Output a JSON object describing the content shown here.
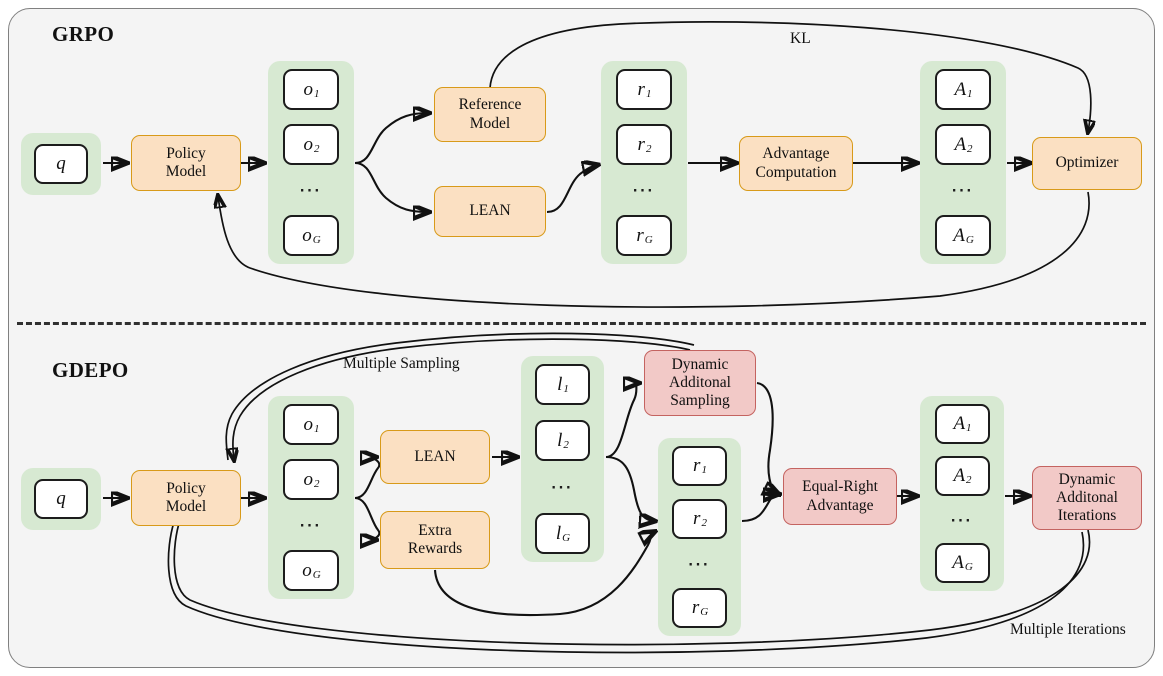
{
  "figure": {
    "sections": [
      {
        "id": "grpo",
        "title": "GRPO",
        "edge_labels": [
          "KL"
        ],
        "input": {
          "label": "q"
        },
        "policy": {
          "label_line1": "Policy",
          "label_line2": "Model"
        },
        "outputs_group": {
          "items": [
            "o1",
            "o2",
            "...",
            "oG"
          ]
        },
        "branches": [
          {
            "label_line1": "Reference",
            "label_line2": "Model",
            "color": "orange"
          },
          {
            "label_line1": "LEAN",
            "label_line2": "",
            "color": "orange"
          }
        ],
        "rewards_group": {
          "items": [
            "r1",
            "r2",
            "...",
            "rG"
          ]
        },
        "advantage": {
          "label_line1": "Advantage",
          "label_line2": "Computation",
          "color": "orange"
        },
        "advantages_group": {
          "items": [
            "A1",
            "A2",
            "...",
            "AG"
          ]
        },
        "optimizer": {
          "label_line1": "Optimizer",
          "label_line2": "",
          "color": "orange"
        }
      },
      {
        "id": "gdepo",
        "title": "GDEPO",
        "edge_labels": [
          "Multiple Sampling",
          "Multiple Iterations"
        ],
        "input": {
          "label": "q"
        },
        "policy": {
          "label_line1": "Policy",
          "label_line2": "Model"
        },
        "outputs_group": {
          "items": [
            "o1",
            "o2",
            "...",
            "oG"
          ]
        },
        "branches": [
          {
            "label_line1": "LEAN",
            "label_line2": "",
            "color": "orange"
          },
          {
            "label_line1": "Extra",
            "label_line2": "Rewards",
            "color": "orange"
          }
        ],
        "lean_group": {
          "items": [
            "l1",
            "l2",
            "...",
            "lG"
          ]
        },
        "dyn_sampling": {
          "label_line1": "Dynamic",
          "label_line2": "Additonal",
          "label_line3": "Sampling",
          "color": "red"
        },
        "rewards_group": {
          "items": [
            "r1",
            "r2",
            "...",
            "rG"
          ]
        },
        "advantage": {
          "label_line1": "Equal-Right",
          "label_line2": "Advantage",
          "color": "red"
        },
        "advantages_group": {
          "items": [
            "A1",
            "A2",
            "...",
            "AG"
          ]
        },
        "dyn_iterations": {
          "label_line1": "Dynamic",
          "label_line2": "Additonal",
          "label_line3": "Iterations",
          "color": "red"
        }
      }
    ],
    "tokens": {
      "o1_base": "o",
      "o1_sub": "1",
      "o2_base": "o",
      "o2_sub": "2",
      "oG_base": "o",
      "oG_sub": "G",
      "r1_base": "r",
      "r1_sub": "1",
      "r2_base": "r",
      "r2_sub": "2",
      "rG_base": "r",
      "rG_sub": "G",
      "A1_base": "A",
      "A1_sub": "1",
      "A2_base": "A",
      "A2_sub": "2",
      "AG_base": "A",
      "AG_sub": "G",
      "l1_base": "l",
      "l1_sub": "1",
      "l2_base": "l",
      "l2_sub": "2",
      "lG_base": "l",
      "lG_sub": "G",
      "q": "q",
      "ellipsis": "⋯"
    },
    "colors": {
      "canvas": "#ffffff",
      "panel": "#f4f4f4",
      "panel_border": "#808080",
      "group_green": "#d7e9d2",
      "process_orange_fill": "#fbe0c2",
      "process_orange_border": "#d89a19",
      "process_red_fill": "#f2c9c7",
      "process_red_border": "#c46360",
      "token_border": "#1c1c1c",
      "token_fill": "#ffffff",
      "wire": "#111111",
      "text": "#101010"
    }
  }
}
